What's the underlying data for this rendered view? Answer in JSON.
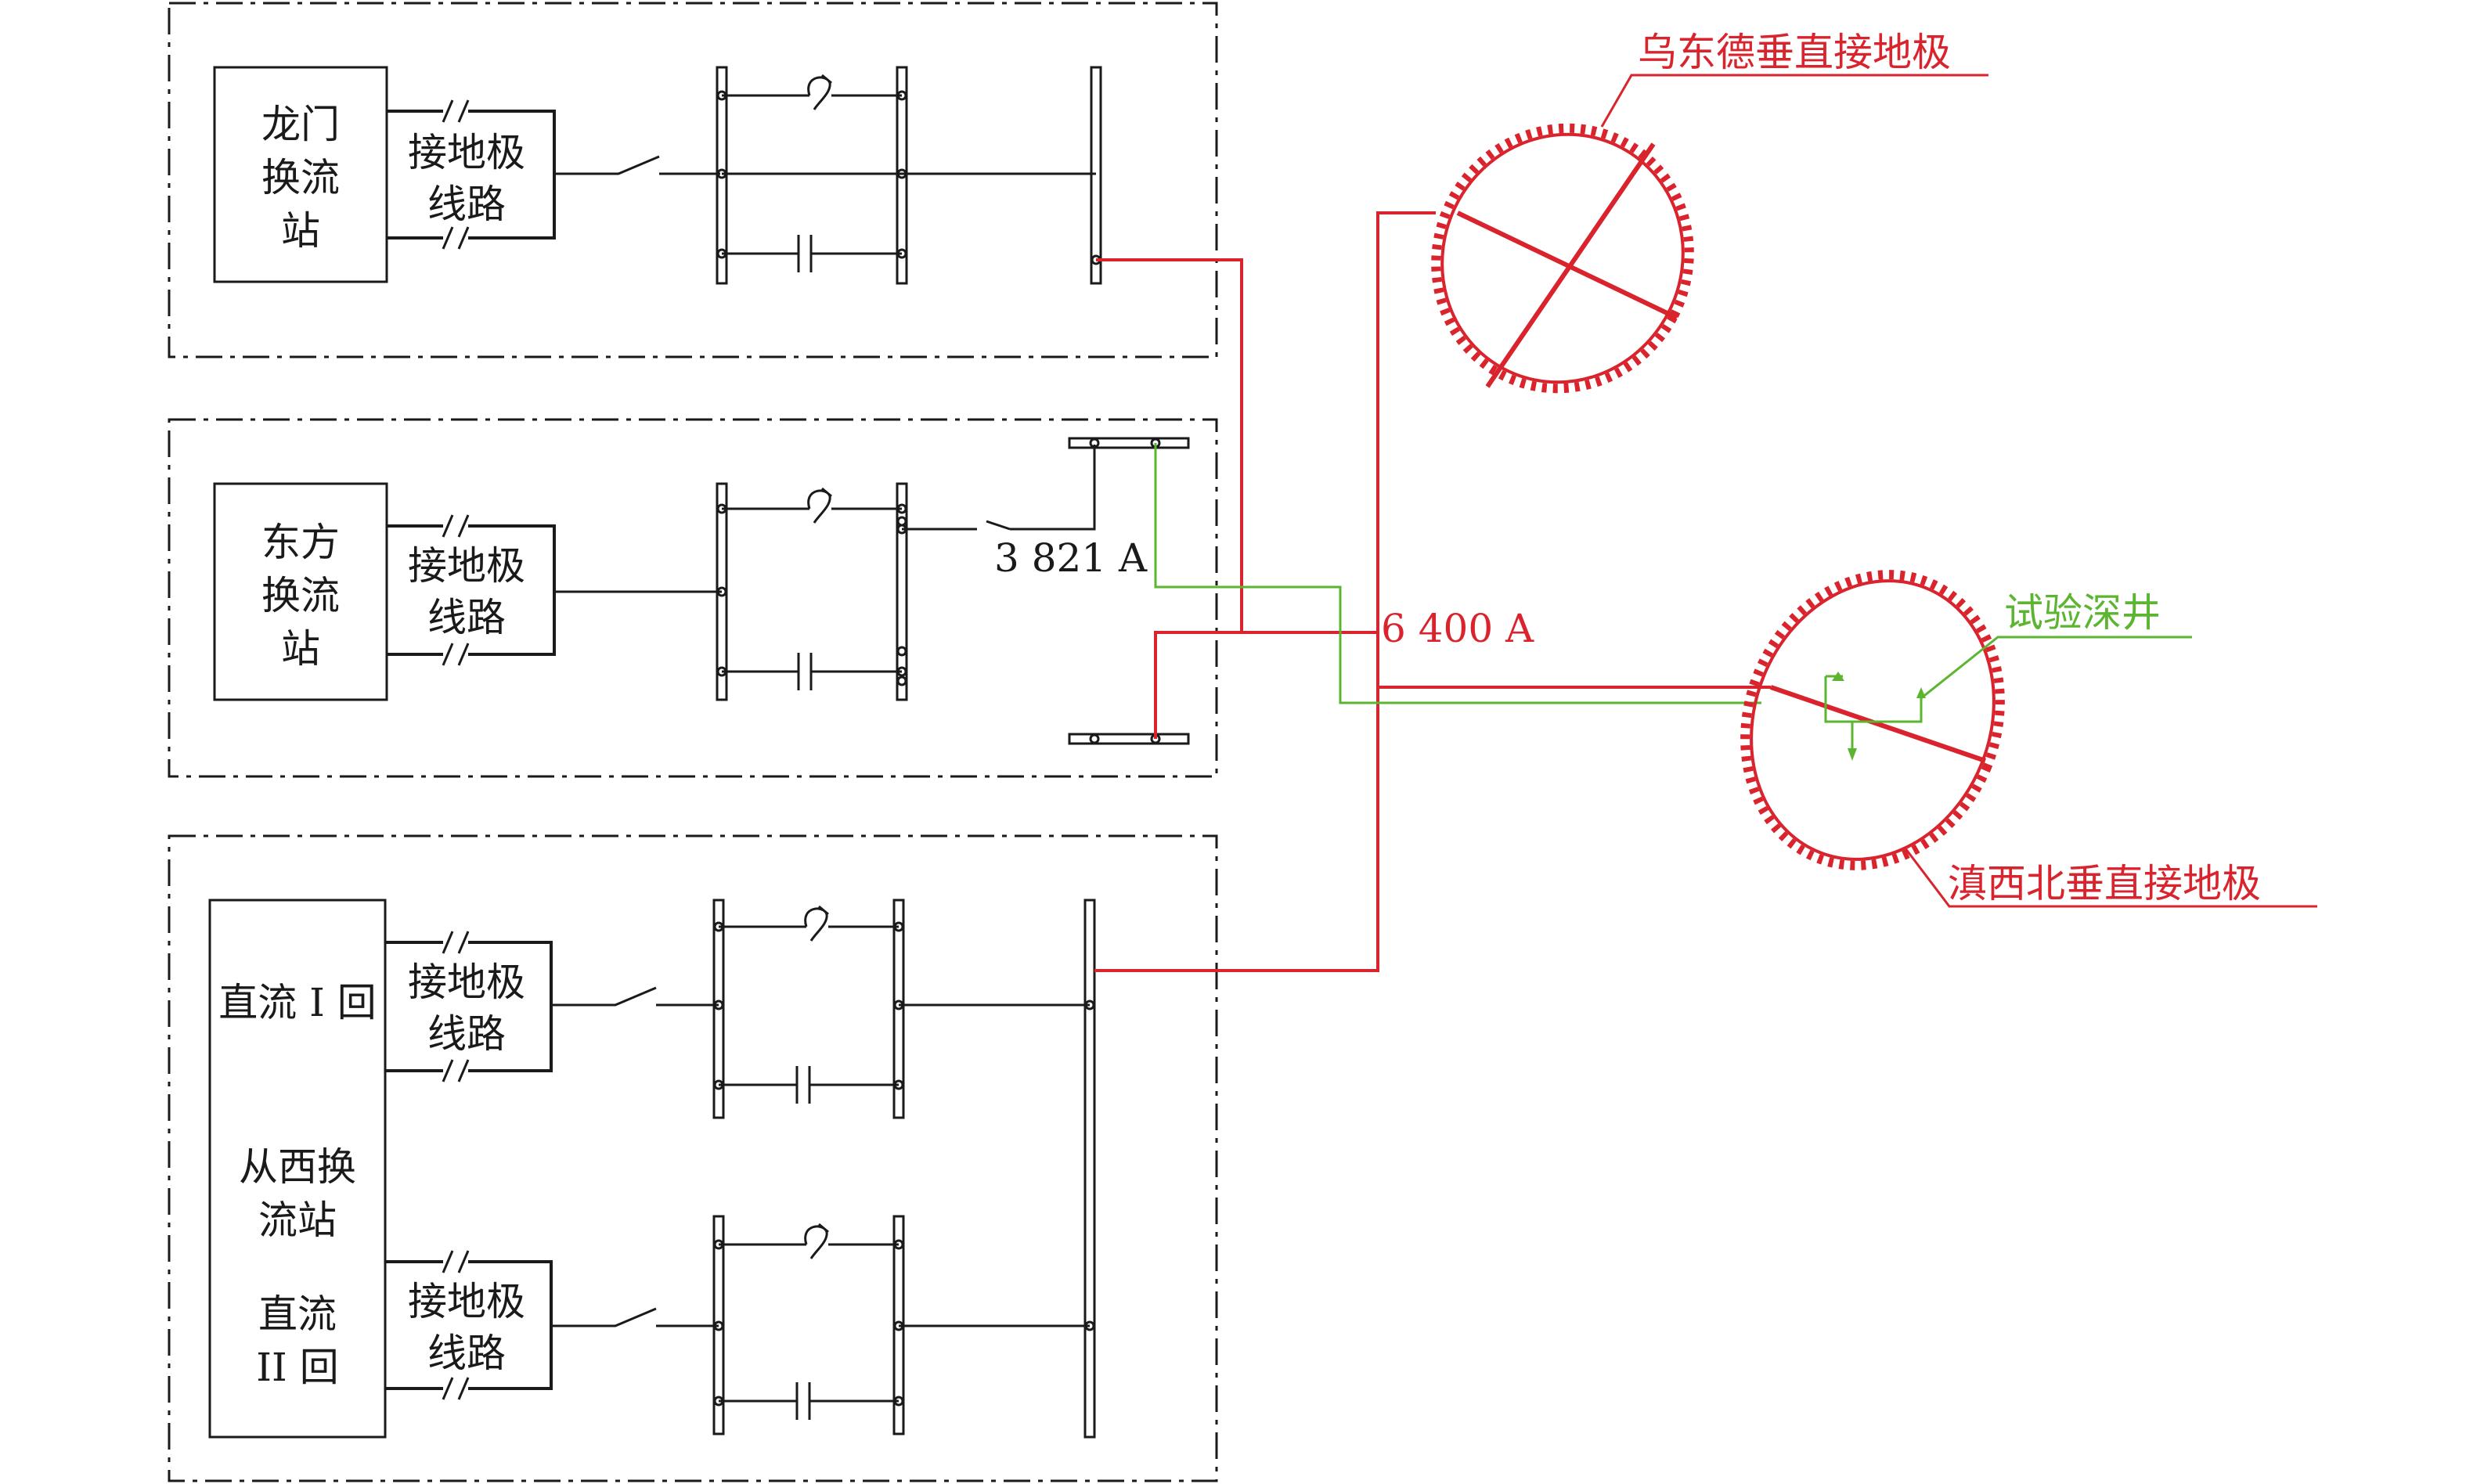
{
  "stations": {
    "longmen": {
      "name_lines": [
        "龙门",
        "换流",
        "站"
      ]
    },
    "dongfang": {
      "name_lines": [
        "东方",
        "换流",
        "站"
      ]
    },
    "congxi": {
      "name_lines": [
        "从西换",
        "流站"
      ],
      "circuit_1": "直流 I 回",
      "circuit_2_lines": [
        "直流",
        "II 回"
      ]
    }
  },
  "electrode_line_label_lines": [
    "接地极",
    "线路"
  ],
  "currents": {
    "dongfang_branch": "3 821 A",
    "total": "6 400 A"
  },
  "electrodes": {
    "wudongde": "乌东德垂直接地极",
    "dianxibei": "滇西北垂直接地极",
    "test_well": "试验深井"
  },
  "colors": {
    "line": "#1a1a1a",
    "current_path": "#d9232d",
    "test_path": "#5cb531"
  }
}
